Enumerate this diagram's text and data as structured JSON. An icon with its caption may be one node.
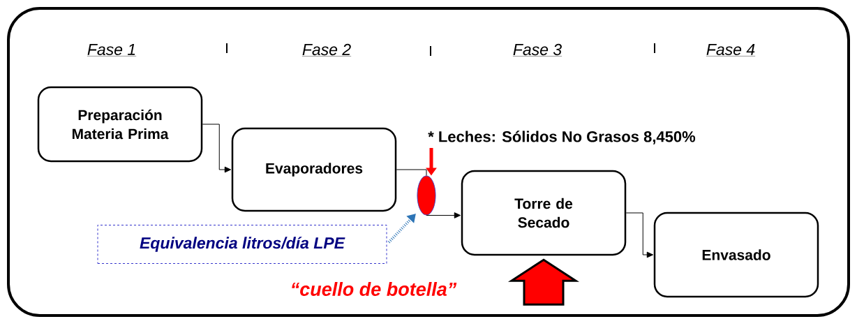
{
  "diagram": {
    "nodes": [
      {
        "text": [
          "Preparación Materia Prima"
        ]
      },
      {
        "text": [
          "Evaporadores"
        ]
      },
      {
        "text": [],
        "shape": "ellipse"
      },
      {
        "text": [
          "Torre de Secado"
        ]
      },
      {
        "text": [
          "Envasado"
        ]
      },
      {
        "text": [
          "Equivalencia litros/día LPE"
        ]
      },
      {
        "text": [
          "* Leches: Sólidos No Grasos 8,450%"
        ]
      }
    ],
    "edges": [
      {
        "from": 0,
        "to": 1,
        "arrow": "to"
      },
      {
        "from": 1,
        "to": 2,
        "arrow": "none"
      },
      {
        "from": 2,
        "to": 3,
        "arrow": "to"
      },
      {
        "from": 3,
        "to": 4,
        "arrow": "to"
      },
      {
        "from": 5,
        "to": 2,
        "arrow": "to",
        "style": "dashed",
        "color": "#2e75b6"
      },
      {
        "from": 6,
        "to": 2,
        "arrow": "to",
        "style": "thick",
        "color": "#ff0000"
      },
      {
        "from": null,
        "to": 3,
        "arrow": "to",
        "style": "thick",
        "color": "#ff0000"
      }
    ],
    "labels": [
      "Fase 1",
      "Fase 2",
      "Fase 3",
      "Fase 4",
      "“cuello de botella”"
    ]
  }
}
